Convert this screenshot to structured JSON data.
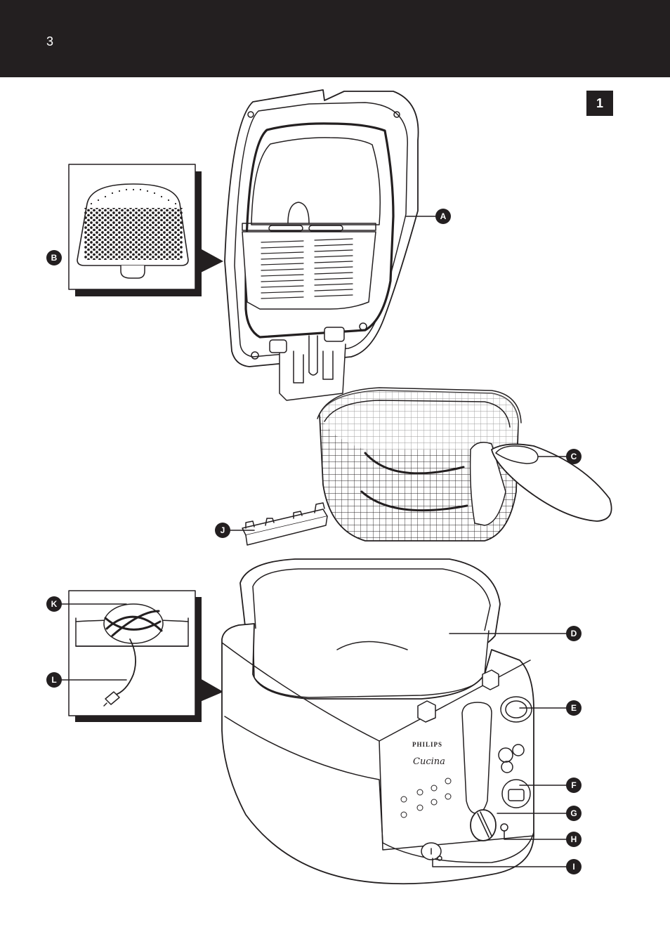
{
  "header": {
    "page_number": "3"
  },
  "figure": {
    "number": "1"
  },
  "labels": {
    "A": "A",
    "B": "B",
    "C": "C",
    "D": "D",
    "E": "E",
    "F": "F",
    "G": "G",
    "H": "H",
    "I": "I",
    "J": "J",
    "K": "K",
    "L": "L"
  },
  "appliance": {
    "brand": "PHILIPS",
    "model": "Cucina"
  },
  "colors": {
    "header_bg": "#231f20",
    "ink": "#231f20",
    "paper": "#ffffff"
  }
}
